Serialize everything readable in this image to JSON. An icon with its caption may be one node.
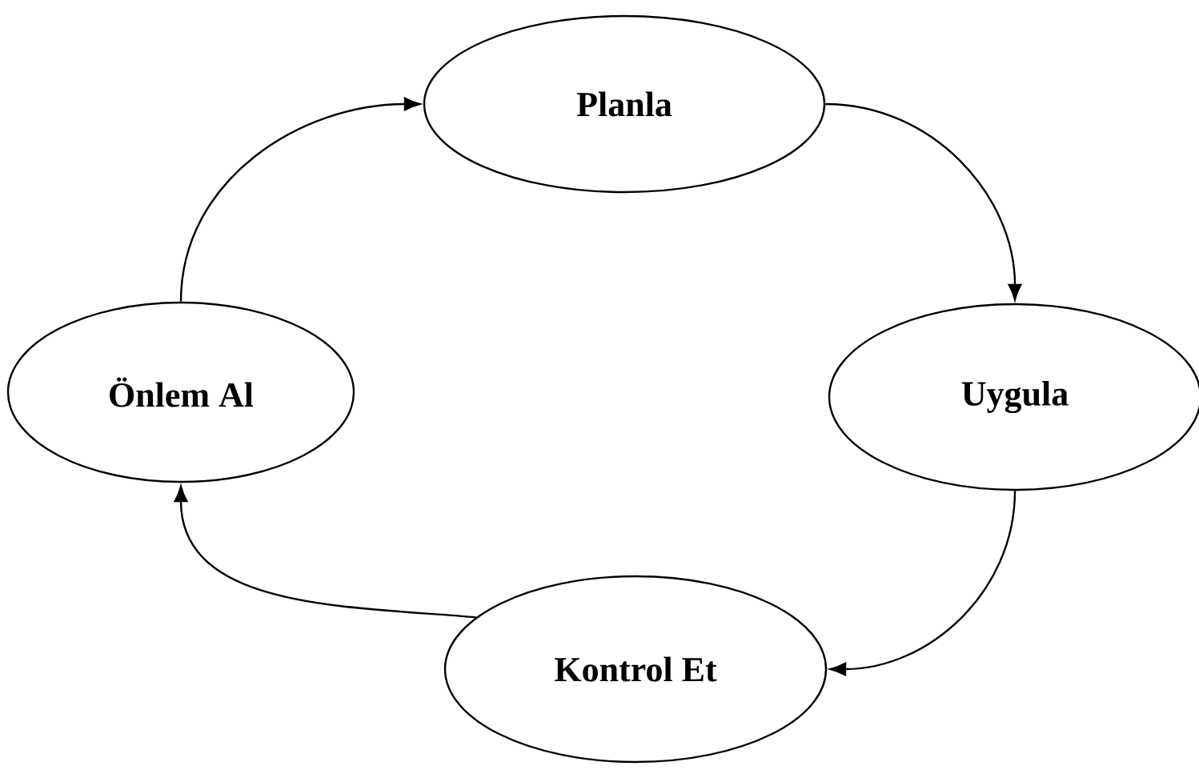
{
  "diagram": {
    "nodes": [
      {
        "text": [
          "Planla"
        ]
      },
      {
        "text": [
          "Uygula"
        ]
      },
      {
        "text": [
          "Kontrol Et"
        ]
      },
      {
        "text": [
          "Önlem Al"
        ]
      }
    ],
    "edges": [
      {
        "from": 0,
        "to": 1,
        "arrow": "to"
      },
      {
        "from": 1,
        "to": 2,
        "arrow": "to"
      },
      {
        "from": 2,
        "to": 3,
        "arrow": "to"
      },
      {
        "from": 3,
        "to": 0,
        "arrow": "to"
      }
    ]
  }
}
